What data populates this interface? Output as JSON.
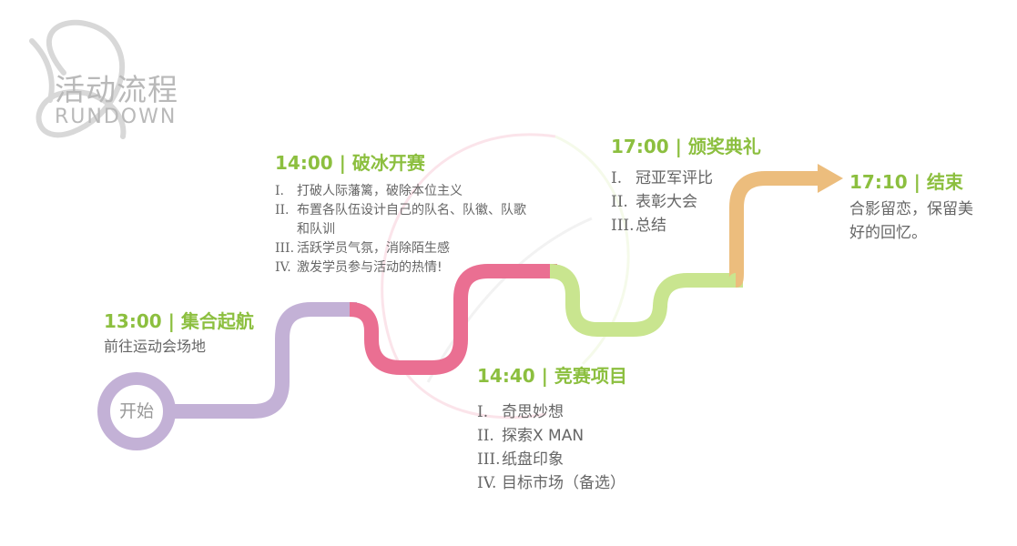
{
  "logo": {
    "title_cn": "活动流程",
    "title_en": "RUNDOWN"
  },
  "start": {
    "label": "开始"
  },
  "colors": {
    "title_green": "#8cbf3f",
    "path_purple": "#c3b1d6",
    "path_pink": "#ea6f92",
    "path_lightgreen": "#c9e58f",
    "path_orange": "#ecbd7d",
    "text_gray": "#666666"
  },
  "stages": [
    {
      "time_title": "13:00 | 集合起航",
      "desc": "前往运动会场地"
    },
    {
      "time_title": "14:00 | 破冰开赛",
      "items": [
        {
          "num": "I.",
          "text": "打破人际藩篱，破除本位主义"
        },
        {
          "num": "II.",
          "text": "布置各队伍设计自己的队名、队徽、队歌和队训"
        },
        {
          "num": "III.",
          "text": "活跃学员气氛，消除陌生感"
        },
        {
          "num": "IV.",
          "text": "激发学员参与活动的热情!"
        }
      ]
    },
    {
      "time_title": "14:40 | 竞赛项目",
      "items": [
        {
          "num": "I.",
          "text": "奇思妙想"
        },
        {
          "num": "II.",
          "text": "探索X MAN"
        },
        {
          "num": "III.",
          "text": "纸盘印象"
        },
        {
          "num": "IV.",
          "text": "目标市场（备选）"
        }
      ]
    },
    {
      "time_title": "17:00 | 颁奖典礼",
      "items": [
        {
          "num": "I.",
          "text": "冠亚军评比"
        },
        {
          "num": "II.",
          "text": "表彰大会"
        },
        {
          "num": "III.",
          "text": "总结"
        }
      ]
    },
    {
      "time_title": "17:10 | 结束",
      "desc": "合影留恋，保留美好的回忆。"
    }
  ]
}
